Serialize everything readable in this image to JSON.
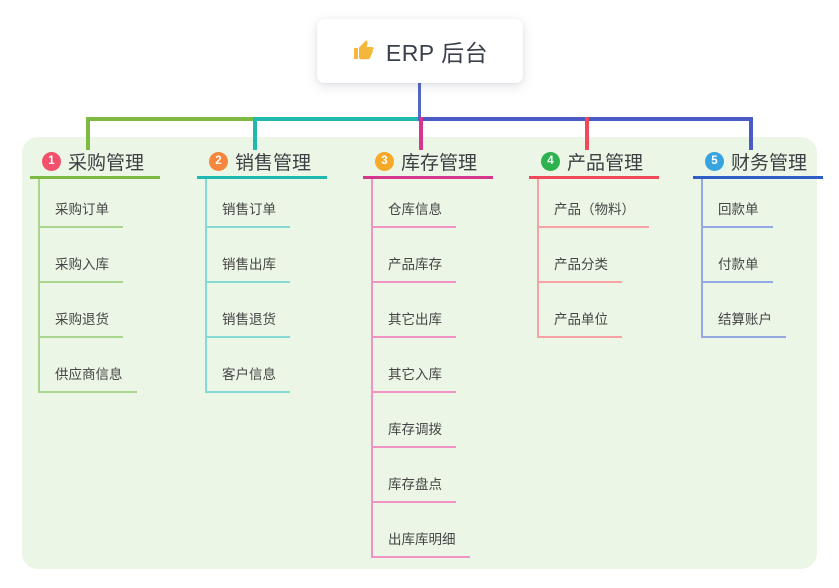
{
  "root": {
    "label": "ERP 后台",
    "icon": "thumbs-up-icon"
  },
  "branches": [
    {
      "number": "1",
      "label": "采购管理",
      "badge_color": "#f2516b",
      "line_color": "#7eba41",
      "child_line_color": "#abd68f",
      "children": [
        "采购订单",
        "采购入库",
        "采购退货",
        "供应商信息"
      ]
    },
    {
      "number": "2",
      "label": "销售管理",
      "badge_color": "#f6863b",
      "line_color": "#1fb9b1",
      "child_line_color": "#86d8d3",
      "children": [
        "销售订单",
        "销售出库",
        "销售退货",
        "客户信息"
      ]
    },
    {
      "number": "3",
      "label": "库存管理",
      "badge_color": "#f7a928",
      "line_color": "#d5368e",
      "child_line_color": "#f193c4",
      "children": [
        "仓库信息",
        "产品库存",
        "其它出库",
        "其它入库",
        "库存调拨",
        "库存盘点",
        "出库库明细"
      ]
    },
    {
      "number": "4",
      "label": "产品管理",
      "badge_color": "#2db34d",
      "line_color": "#f2495a",
      "child_line_color": "#f8a2a4",
      "children": [
        "产品（物料）",
        "产品分类",
        "产品单位"
      ]
    },
    {
      "number": "5",
      "label": "财务管理",
      "badge_color": "#38a4df",
      "line_color": "#2e5ec6",
      "child_line_color": "#93a9e4",
      "children": [
        "回款单",
        "付款单",
        "结算账户"
      ]
    }
  ],
  "connectors": {
    "stem_color": "#5468c5",
    "right_color": "#4a5bc6"
  },
  "colors": {
    "panel_bg": "#ebf6e6",
    "card_bg": "#ffffff",
    "title_text": "#3d4043",
    "child_text": "#454545",
    "icon_color": "#f5b73b"
  }
}
